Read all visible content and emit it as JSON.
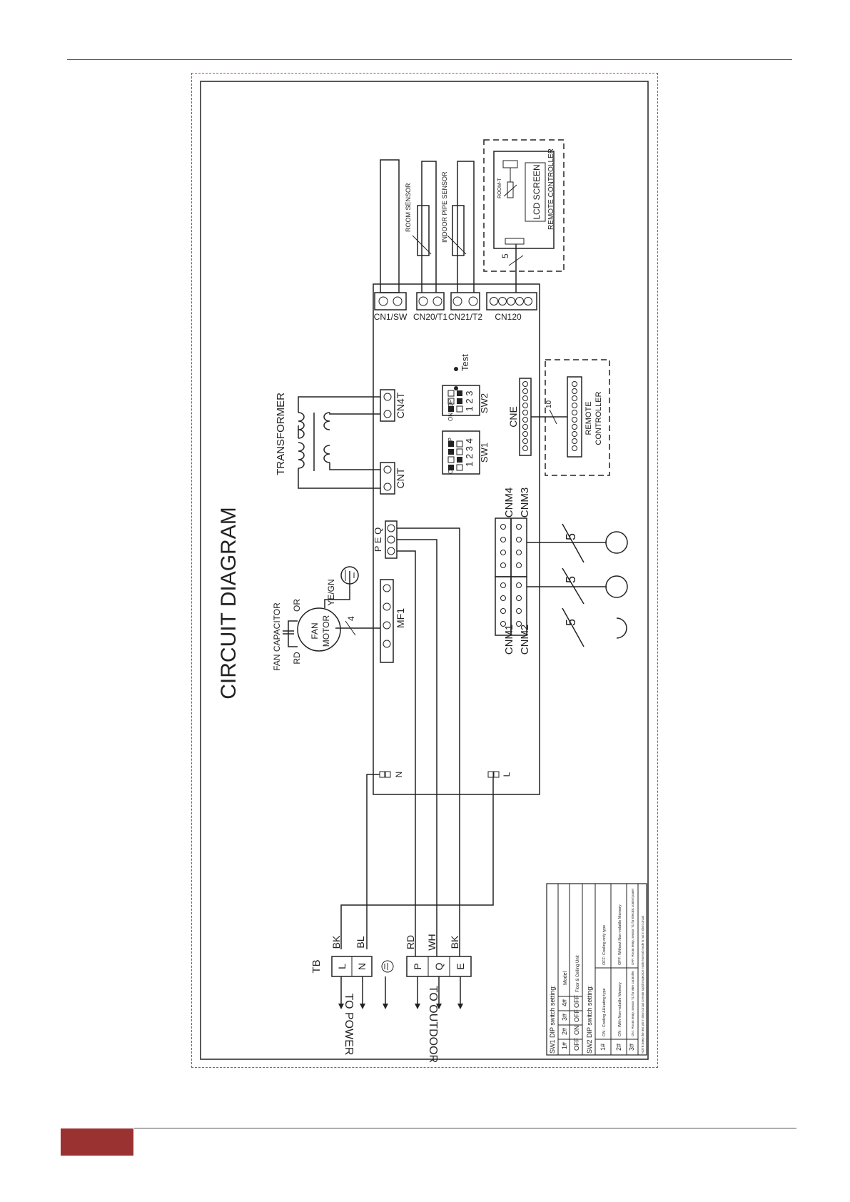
{
  "colors": {
    "footer_block": "#9b3232",
    "frame": "#e0393f",
    "line": "#222222"
  },
  "title": "CIRCUIT DIAGRAM",
  "connectors": {
    "cn1": "CN1/SW",
    "cn20": "CN20/T1",
    "cn21": "CN21/T2",
    "cn120": "CN120",
    "cn4t": "CN4T",
    "cnt": "CNT",
    "cne": "CNE",
    "cnm4": "CNM4",
    "cnm3": "CNM3",
    "cnm1": "CNM1",
    "cnm2": "CNM2",
    "mf1": "MF1",
    "n": "N",
    "l": "L"
  },
  "sensors": {
    "room": "ROOM SENSOR",
    "pipe": "INDOOR PIPE SENSOR"
  },
  "lcd_remote": {
    "screen": "LCD SCREEN",
    "controller": "REMOTE CONTROLLER",
    "part": "ROOM-T",
    "wires": "5"
  },
  "remote": {
    "line1": "REMOTE",
    "line2": "CONTROLLER",
    "wires": "10"
  },
  "switches": {
    "test": "Test",
    "sw2": "SW2",
    "sw1": "SW1",
    "on": "ON",
    "dp": "DP",
    "sw2_nums": "1 2 3",
    "sw1_nums": "1 2 3 4"
  },
  "transformer": "TRANSFORMER",
  "fan": {
    "capacitor": "FAN CAPACITOR",
    "motor_l1": "FAN",
    "motor_l2": "MOTOR",
    "or": "OR",
    "rd": "RD",
    "yegn": "YE/GN",
    "wires": "4"
  },
  "peq": "P E Q",
  "motors": {
    "wires": "5"
  },
  "terminal": {
    "tb": "TB",
    "l": "L",
    "n": "N",
    "p": "P",
    "q": "Q",
    "e": "E",
    "bk": "BK",
    "bl": "BL",
    "rd": "RD",
    "wh": "WH",
    "bk2": "BK"
  },
  "to_power": "TO POWER",
  "to_outdoor": "TO OUTDOOR",
  "dip_table": {
    "sw1_title": "SW1 DIP switch setting:",
    "sw1_header": [
      "1#",
      "2#",
      "3#",
      "4#",
      "Model"
    ],
    "sw1_row": [
      "OFF",
      "ON",
      "OFF",
      "OFF",
      "Floor & Ceiling Unit"
    ],
    "sw2_title": "SW2 DIP switch setting:",
    "sw2_rows": [
      {
        "no": "1#",
        "on": "ON : Cooling &Heating type",
        "off": "OFF: Cooling only type"
      },
      {
        "no": "2#",
        "on": "ON : With Non-volatile Memory",
        "off": "OFF: Without Non-volatile Memory"
      },
      {
        "no": "3#",
        "on": "ON : Room temp. sensor T1 for wire controller",
        "off": "OFF: Room temp. sensor T1 for Electric control panel"
      }
    ],
    "note": "NOTE:Keep the test pin in short circuit to enter rapid inspection mode,Normal mode is not in short circuit"
  }
}
